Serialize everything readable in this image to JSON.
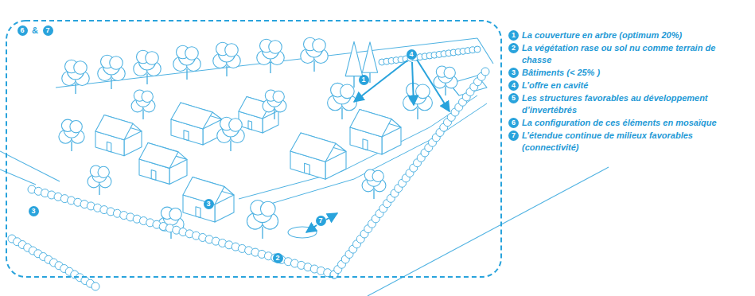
{
  "diagram": {
    "labels": [
      "6",
      "&",
      "7",
      "1",
      "4",
      "3",
      "7",
      "2",
      "3",
      "1",
      "La couverture en arbre (optimum 20%)",
      "2",
      "La végétation rase ou sol nu comme terrain de chasse",
      "3",
      "Bâtiments (< 25% )",
      "4",
      "L’offre en cavité",
      "5",
      "Les structures favorables au développement d’invertébrés",
      "6",
      "La configuration de ces éléments en mosaïque",
      "7",
      "L’étendue continue de milieux favorables (connectivité)"
    ]
  }
}
